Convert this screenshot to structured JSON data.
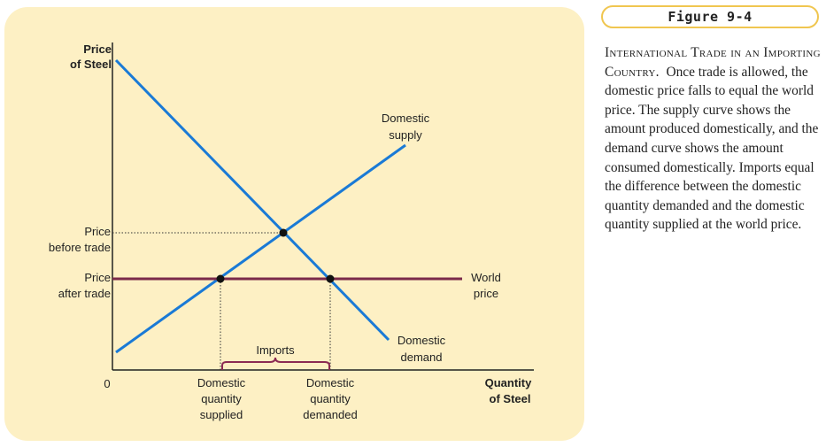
{
  "figure": {
    "title": "Figure 9-4",
    "caption_heading": "International Trade in an Importing Country.",
    "caption_body": "Once trade is allowed, the domestic price falls to equal the world price. The supply curve shows the amount produced domestically, and the demand curve shows the amount consumed domestically. Imports equal the difference between the domestic quantity demanded and the domestic quantity supplied at the world price."
  },
  "diagram": {
    "y_axis_label": [
      "Price",
      "of Steel"
    ],
    "x_axis_label": [
      "Quantity",
      "of Steel"
    ],
    "origin_label": "0",
    "price_before_label": [
      "Price",
      "before trade"
    ],
    "price_after_label": [
      "Price",
      "after trade"
    ],
    "supply_label": [
      "Domestic",
      "supply"
    ],
    "demand_label": [
      "Domestic",
      "demand"
    ],
    "world_price_label": [
      "World",
      "price"
    ],
    "imports_label": "Imports",
    "qs_label": [
      "Domestic",
      "quantity",
      "supplied"
    ],
    "qd_label": [
      "Domestic",
      "quantity",
      "demanded"
    ],
    "colors": {
      "curves": "#1a7ad6",
      "world_price": "#7a2a4a",
      "brace": "#8b2a52",
      "panel": "#fdf0c4",
      "title_border": "#f0c650"
    }
  }
}
